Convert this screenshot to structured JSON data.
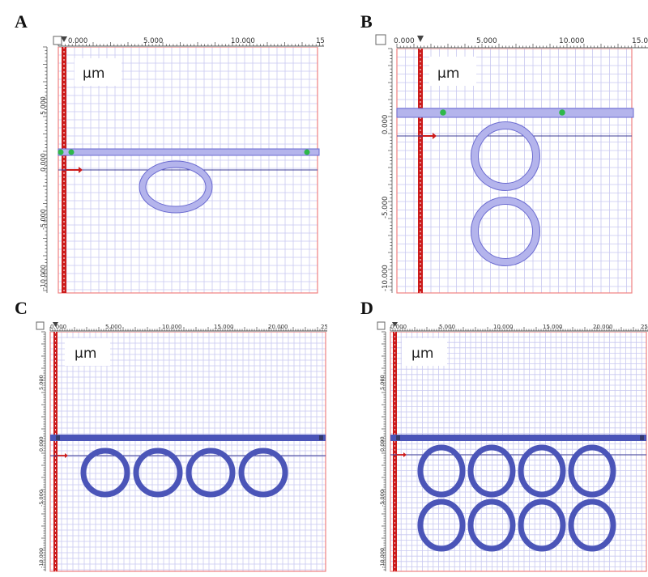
{
  "colors": {
    "grid": "#c8c8f0",
    "border": "#f08080",
    "ruler_bg": "#ffffff",
    "ruler_tick": "#444444",
    "port_line": "#cc1b1b",
    "waveguide_light_fill": "#b4b4ec",
    "waveguide_light_stroke": "#6a6ad0",
    "waveguide_dark": "#4b55b8",
    "port_dot": "#2eb84a",
    "guide_line": "#3c3c96"
  },
  "panels": [
    {
      "letter": "A",
      "unit": "µm",
      "x_ticks": [
        "0.000",
        "5.000",
        "10.000",
        "15."
      ],
      "y_ticks": [
        "5.000",
        "0.000",
        "-5.000",
        "-10.000"
      ],
      "rings": 1,
      "rows": 1,
      "style": "light"
    },
    {
      "letter": "B",
      "unit": "µm",
      "x_ticks": [
        "0.000",
        "5.000",
        "10.000",
        "15.0"
      ],
      "y_ticks": [
        "0.000",
        "-5.000",
        "-10.000"
      ],
      "rings": 1,
      "rows": 2,
      "style": "light"
    },
    {
      "letter": "C",
      "unit": "µm",
      "x_ticks": [
        "0.000",
        "5.000",
        "10.000",
        "15.000",
        "20.000",
        "25"
      ],
      "y_ticks": [
        "5.000",
        "0.000",
        "-5.000",
        "-10.000"
      ],
      "rings": 4,
      "rows": 1,
      "style": "dark"
    },
    {
      "letter": "D",
      "unit": "µm",
      "x_ticks": [
        "0.000",
        "5.000",
        "10.000",
        "15.000",
        "20.000",
        "25"
      ],
      "y_ticks": [
        "5.000",
        "0.000",
        "-5.000",
        "-10.000"
      ],
      "rings": 4,
      "rows": 2,
      "style": "dark"
    }
  ]
}
